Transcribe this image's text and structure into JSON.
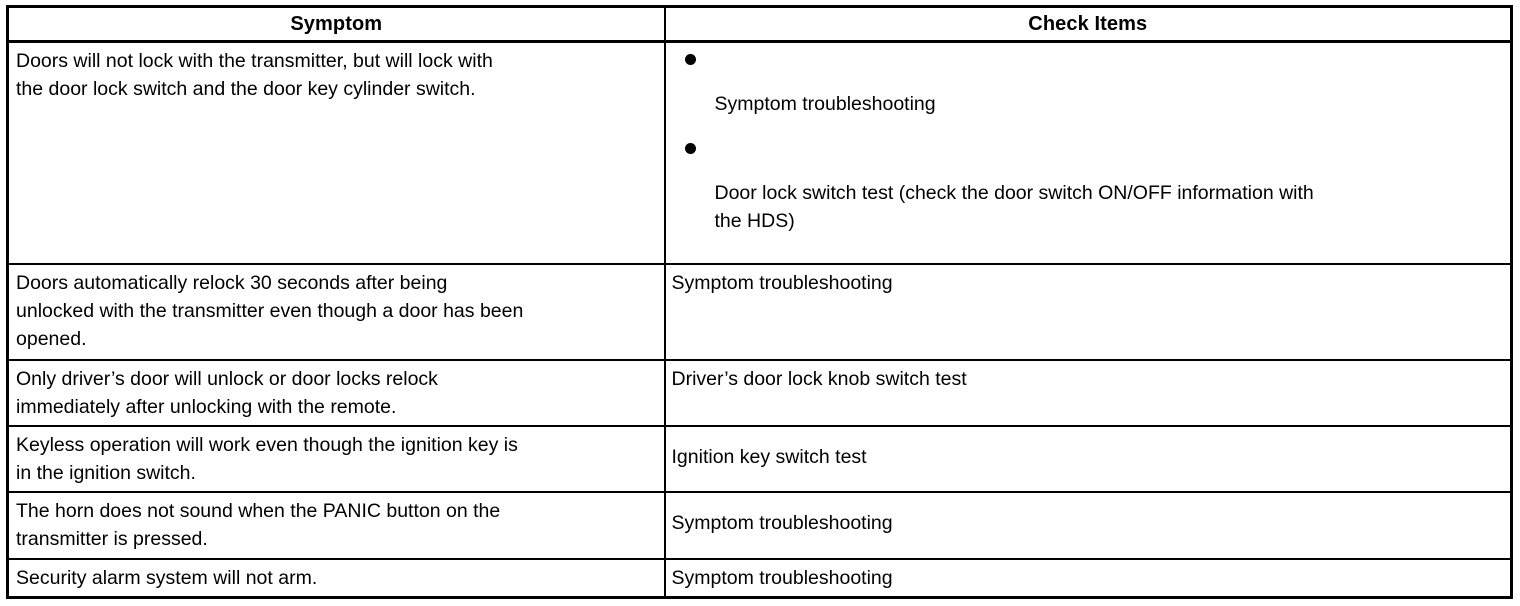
{
  "table": {
    "headers": {
      "symptom": "Symptom",
      "check_items": "Check Items"
    },
    "rows": [
      {
        "symptom": "Doors will not lock with the transmitter, but will lock with\nthe door lock switch and the door key cylinder switch.",
        "check_items_bullets": [
          "Symptom troubleshooting",
          "Door lock switch test (check the door switch ON/OFF information with\nthe HDS)"
        ]
      },
      {
        "symptom": "Doors automatically relock 30 seconds after being\nunlocked with the transmitter even though a door has been\nopened.",
        "check_items": "Symptom troubleshooting"
      },
      {
        "symptom": "Only driver’s door will unlock or door locks relock\nimmediately after unlocking with the remote.",
        "check_items": "Driver’s door lock knob switch test"
      },
      {
        "symptom": "Keyless operation will work even though the ignition key is\nin the ignition switch.",
        "check_items": "Ignition key switch test"
      },
      {
        "symptom": "The horn does not sound when the PANIC button on the\ntransmitter is pressed.",
        "check_items": "Symptom troubleshooting"
      },
      {
        "symptom": "Security alarm system will not arm.",
        "check_items": "Symptom troubleshooting"
      }
    ]
  },
  "colors": {
    "border": "#000000",
    "text": "#000000",
    "background": "#ffffff"
  }
}
